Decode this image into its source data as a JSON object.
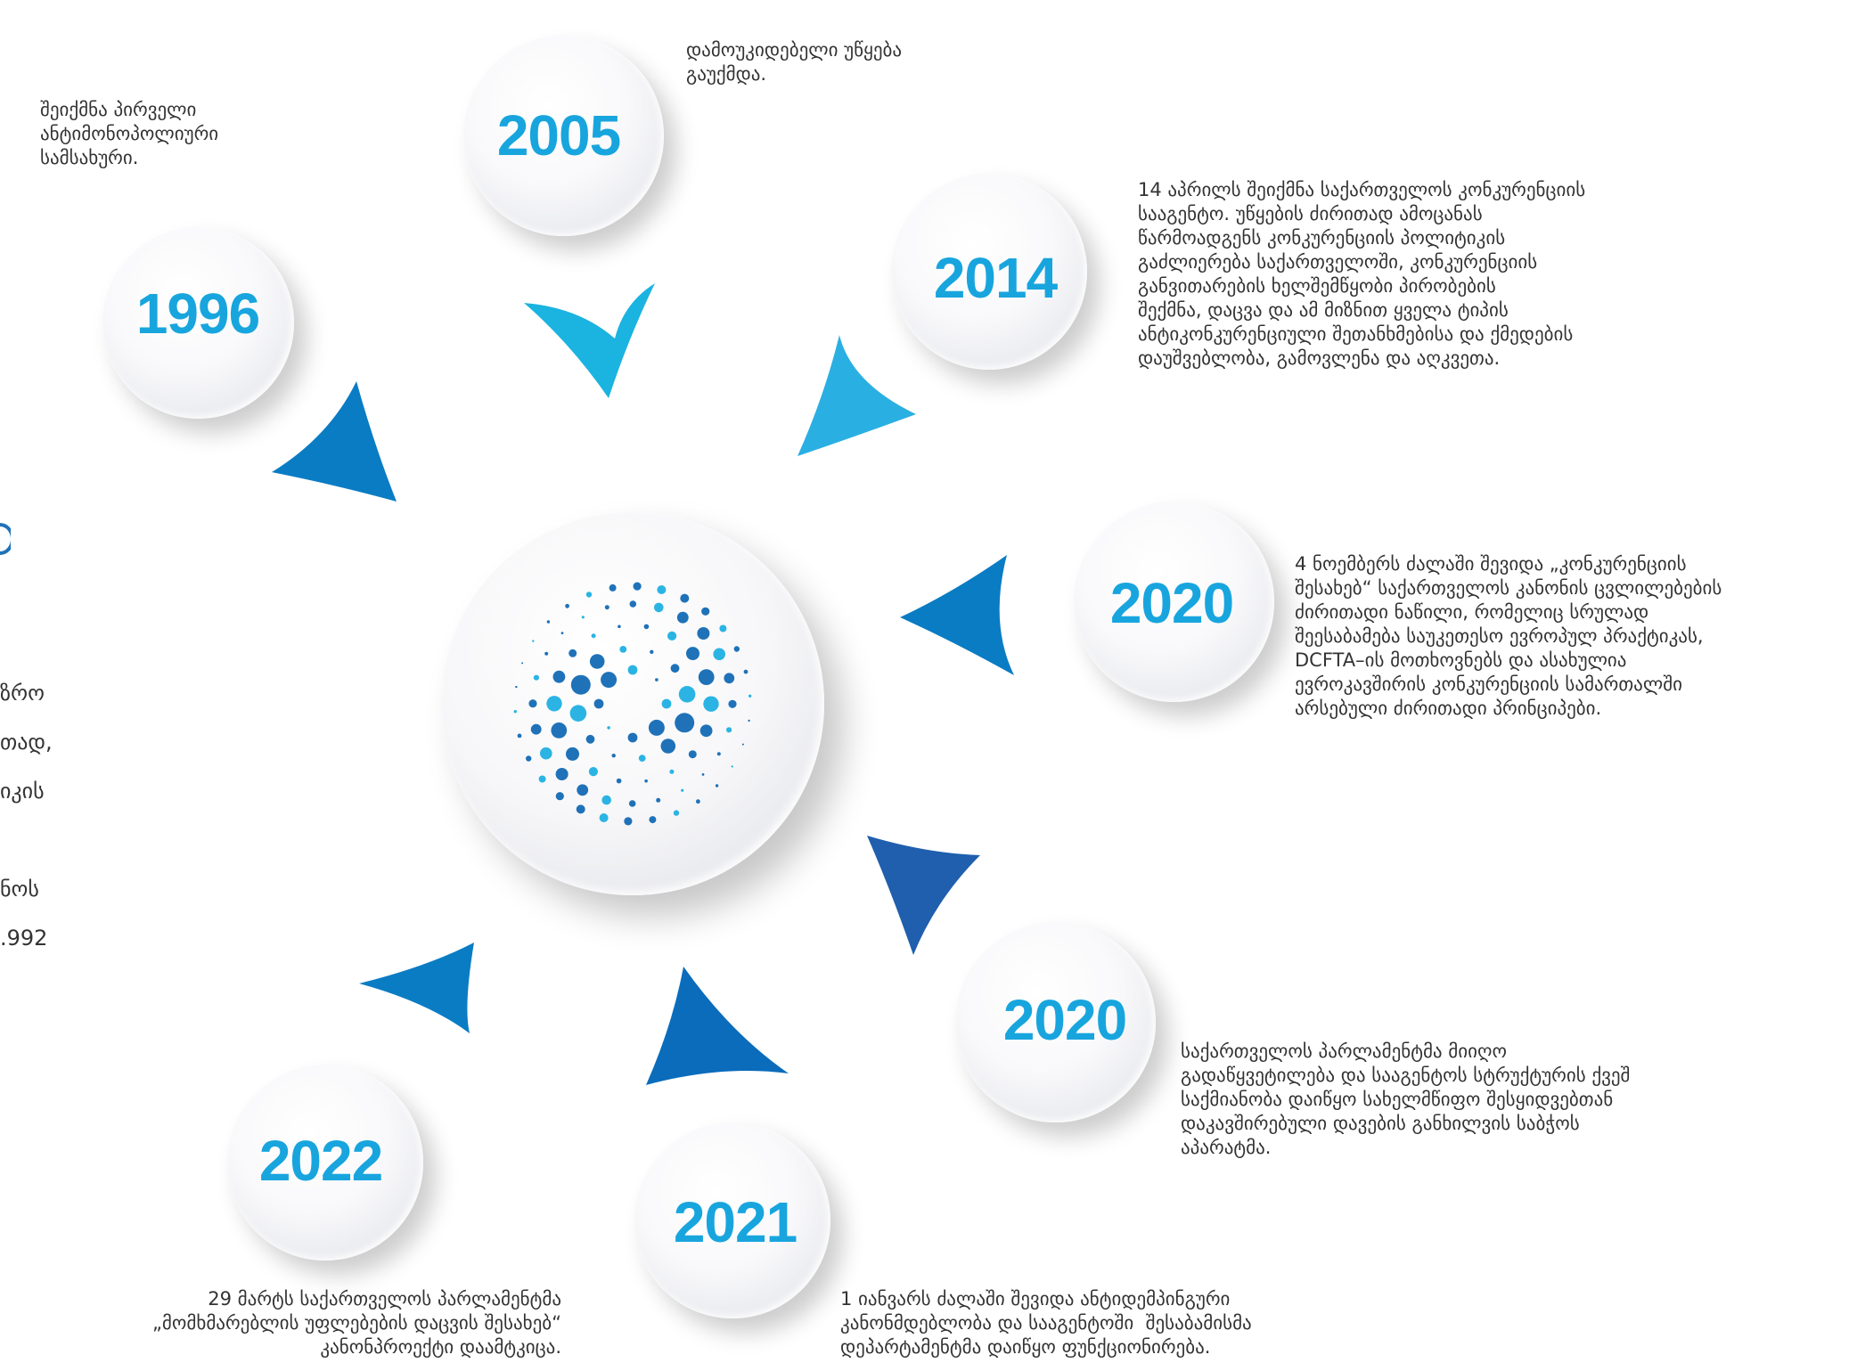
{
  "colors": {
    "year": "#18a5de",
    "text": "#333333",
    "arrow_light": "#1bb3e0",
    "arrow_mid": "#0a7cc4",
    "arrow_dark": "#1f5fad",
    "logo_blue": "#1f72b8",
    "logo_cyan": "#2bb4e3"
  },
  "center": {
    "icon": "dot-ring-logo-icon"
  },
  "milestones": [
    {
      "year": "1996",
      "text": "შეიქმნა პირველი\nანტიმონოპოლიური\nსამსახური."
    },
    {
      "year": "2005",
      "text": "დამოუკიდებელი უწყება\nგაუქმდა."
    },
    {
      "year": "2014",
      "text": "14 აპრილს შეიქმნა საქართველოს კონკურენციის\nსააგენტო. უწყების ძირითად ამოცანას\nწარმოადგენს კონკურენციის პოლიტიკის\nგაძლიერება საქართველოში, კონკურენციის\nგანვითარების ხელშემწყობი პირობების\nშექმნა, დაცვა და ამ მიზნით ყველა ტიპის\nანტიკონკურენციული შეთანხმებისა და ქმედების\nდაუშვებლობა, გამოვლენა და აღკვეთა."
    },
    {
      "year": "2020",
      "text": "4 ნოემბერს ძალაში შევიდა „კონკურენციის\nშესახებ“ საქართველოს კანონის ცვლილებების\nძირითადი ნაწილი, რომელიც სრულად\nშეესაბამება საუკეთესო ევროპულ პრაქტიკას,\nDCFTA–ის მოთხოვნებს და ასახულია\nევროკავშირის კონკურენციის სამართალში\nარსებული ძირითადი პრინციპები."
    },
    {
      "year": "2020",
      "text": "საქართველოს პარლამენტმა მიიღო\nგადაწყვეტილება და სააგენტოს სტრუქტურის ქვეშ\nსაქმიანობა დაიწყო სახელმწიფო შესყიდვებთან\nდაკავშირებული დავების განხილვის საბჭოს\nაპარატმა."
    },
    {
      "year": "2021",
      "text": "1 იანვარს ძალაში შევიდა ანტიდემპინგური\nკანონმდებლობა და სააგენტოში  შესაბამისმა\nდეპარტამენტმა დაიწყო ფუნქციონირება."
    },
    {
      "year": "2022",
      "text": "29 მარტს საქართველოს პარლამენტმა\n„მომხმარებლის უფლებების დაცვის შესახებ“\nკანონპროექტი დაამტკიცა."
    }
  ],
  "left_partial": {
    "line1": "ზრო",
    "line2": "თად,",
    "line3": "იკის",
    "line4": "ნოს",
    "line5": ".992"
  }
}
